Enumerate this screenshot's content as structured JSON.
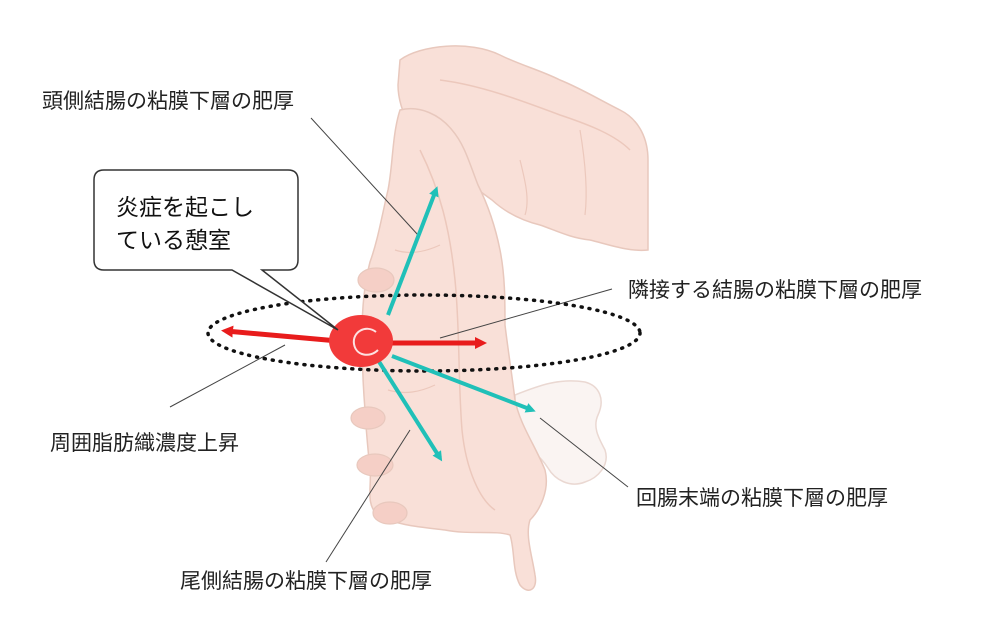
{
  "labels": {
    "cranial": "頭側結腸の粘膜下層の肥厚",
    "adjacent": "隣接する結腸の粘膜下層の肥厚",
    "fat": "周囲脂肪織濃度上昇",
    "ileum": "回腸末端の粘膜下層の肥厚",
    "caudal": "尾側結腸の粘膜下層の肥厚"
  },
  "callout": {
    "line1": "炎症を起こし",
    "line2": "ている憩室"
  },
  "colors": {
    "colon_fill": "#f9e0d8",
    "colon_stroke": "#e8c8bd",
    "diverticulum": "#f23a3a",
    "red_arrow": "#e81c1c",
    "teal_arrow": "#20c0b8",
    "leader_line": "#444444",
    "ileum_fill": "#faf4f2"
  }
}
